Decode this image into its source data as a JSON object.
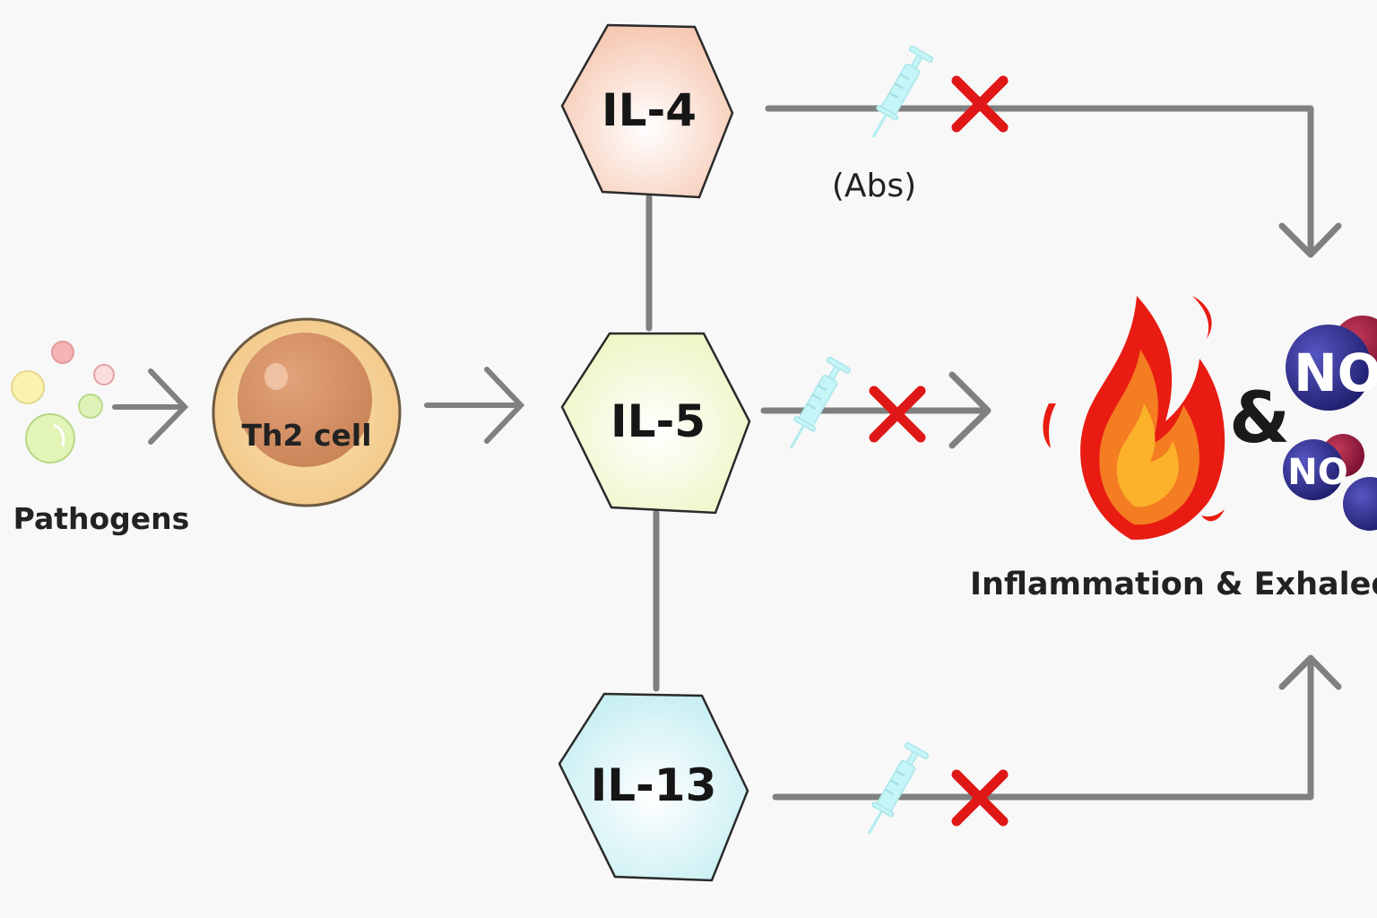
{
  "nodes": {
    "pathogens": {
      "label": "Pathogens"
    },
    "th2_cell": {
      "label": "Th2 cell"
    },
    "il4": {
      "label": "IL-4",
      "color": "#fbd9c9"
    },
    "il5": {
      "label": "IL-5",
      "color": "#f3f8d6"
    },
    "il13": {
      "label": "IL-13",
      "color": "#d8f4f6"
    }
  },
  "annotations": {
    "antibodies_label": "(Abs)",
    "ampersand": "&"
  },
  "outcome": {
    "label": "Inflammation & Exhaled",
    "no_molecule_text": "NO"
  },
  "colors": {
    "connector": "#808080",
    "block_mark": "#e01717",
    "syringe": "#c6f5f7",
    "flame_outer": "#e81c12",
    "flame_inner": "#fbb22a",
    "no_molecule": "#2f2f8f"
  }
}
